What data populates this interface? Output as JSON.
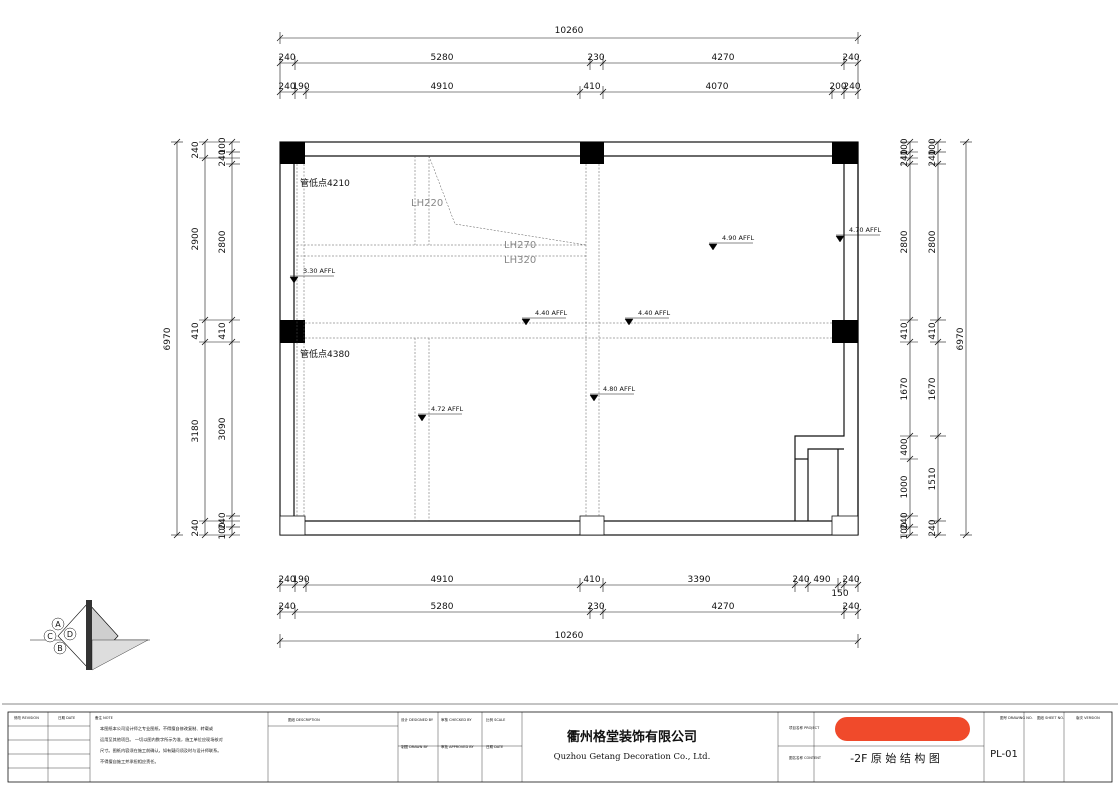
{
  "dimensions": {
    "top_total": "10260",
    "top_row1": [
      "240",
      "5280",
      "230",
      "4270",
      "240"
    ],
    "top_row2": [
      "240",
      "190",
      "4910",
      "410",
      "4070",
      "200",
      "240"
    ],
    "bottom_row1": [
      "240",
      "190",
      "4910",
      "410",
      "3390",
      "240",
      "490",
      "240"
    ],
    "bottom_extra": "150",
    "bottom_row2": [
      "240",
      "5280",
      "230",
      "4270",
      "240"
    ],
    "bottom_total": "10260",
    "left_outer": [
      "240",
      "2900",
      "410",
      "3180",
      "240"
    ],
    "left_inner": [
      "100",
      "240",
      "2800",
      "410",
      "3090",
      "240",
      "100"
    ],
    "left_total": "6970",
    "right_inner": [
      "100",
      "240",
      "2800",
      "410",
      "1670",
      "400",
      "1000",
      "240",
      "100"
    ],
    "right_outer": [
      "100",
      "240",
      "2800",
      "410",
      "1670",
      "1510",
      "240"
    ],
    "right_total": "6970"
  },
  "plan_labels": {
    "pipe_low_top": "管低点4210",
    "pipe_low_mid": "管低点4380",
    "beam_220": "LH220",
    "beam_270": "LH270",
    "beam_320": "LH320",
    "elev_330": "3.30 AFFL",
    "elev_440_left": "4.40 AFFL",
    "elev_440_right": "4.40 AFFL",
    "elev_490": "4.90 AFFL",
    "elev_470": "4.70 AFFL",
    "elev_480": "4.80 AFFL",
    "elev_472": "4.72 AFFL"
  },
  "compass": {
    "a": "A",
    "b": "B",
    "c": "C",
    "d": "D"
  },
  "title_block": {
    "revision_label": "修改 REVISION",
    "date_label": "日期 DATE",
    "note_label": "备注 NOTE",
    "notes_text": [
      "本图纸本公司设计师之专业图纸，不得擅自修改复制、转载或",
      "运用至其他项目。 一切以图内数字所示为准，施工单位应现场核对",
      "尺寸。图纸内容须在施工前确认，如有疑问须及时与设计师联系。",
      "不得擅自施工并承担相应责任。"
    ],
    "drawing_label": "图纸 DESCRIPTION",
    "design_label": "设计 DESIGNED BY",
    "drawn_label": "制图 DRAWN BY",
    "check_label": "审核 CHECKED BY",
    "scale_label": "比例 SCALE",
    "approve_label": "审批 APPROVED BY",
    "date2_label": "日期 DATE",
    "company_cn": "衢州格堂装饰有限公司",
    "company_en": "Quzhou Getang Decoration Co., Ltd.",
    "project_label": "项目名称 PROJECT",
    "title_label": "图名名称 CONTENT",
    "drawing_title": "-2F 原 始 结 构 图",
    "no_label": "图号 DRAWING NO.",
    "drawing_no": "PL-01",
    "sheet_label": "图纸 SHEET NO.",
    "ver_label": "版次 VERSION",
    "project_bar_color": "#f04a2b"
  }
}
